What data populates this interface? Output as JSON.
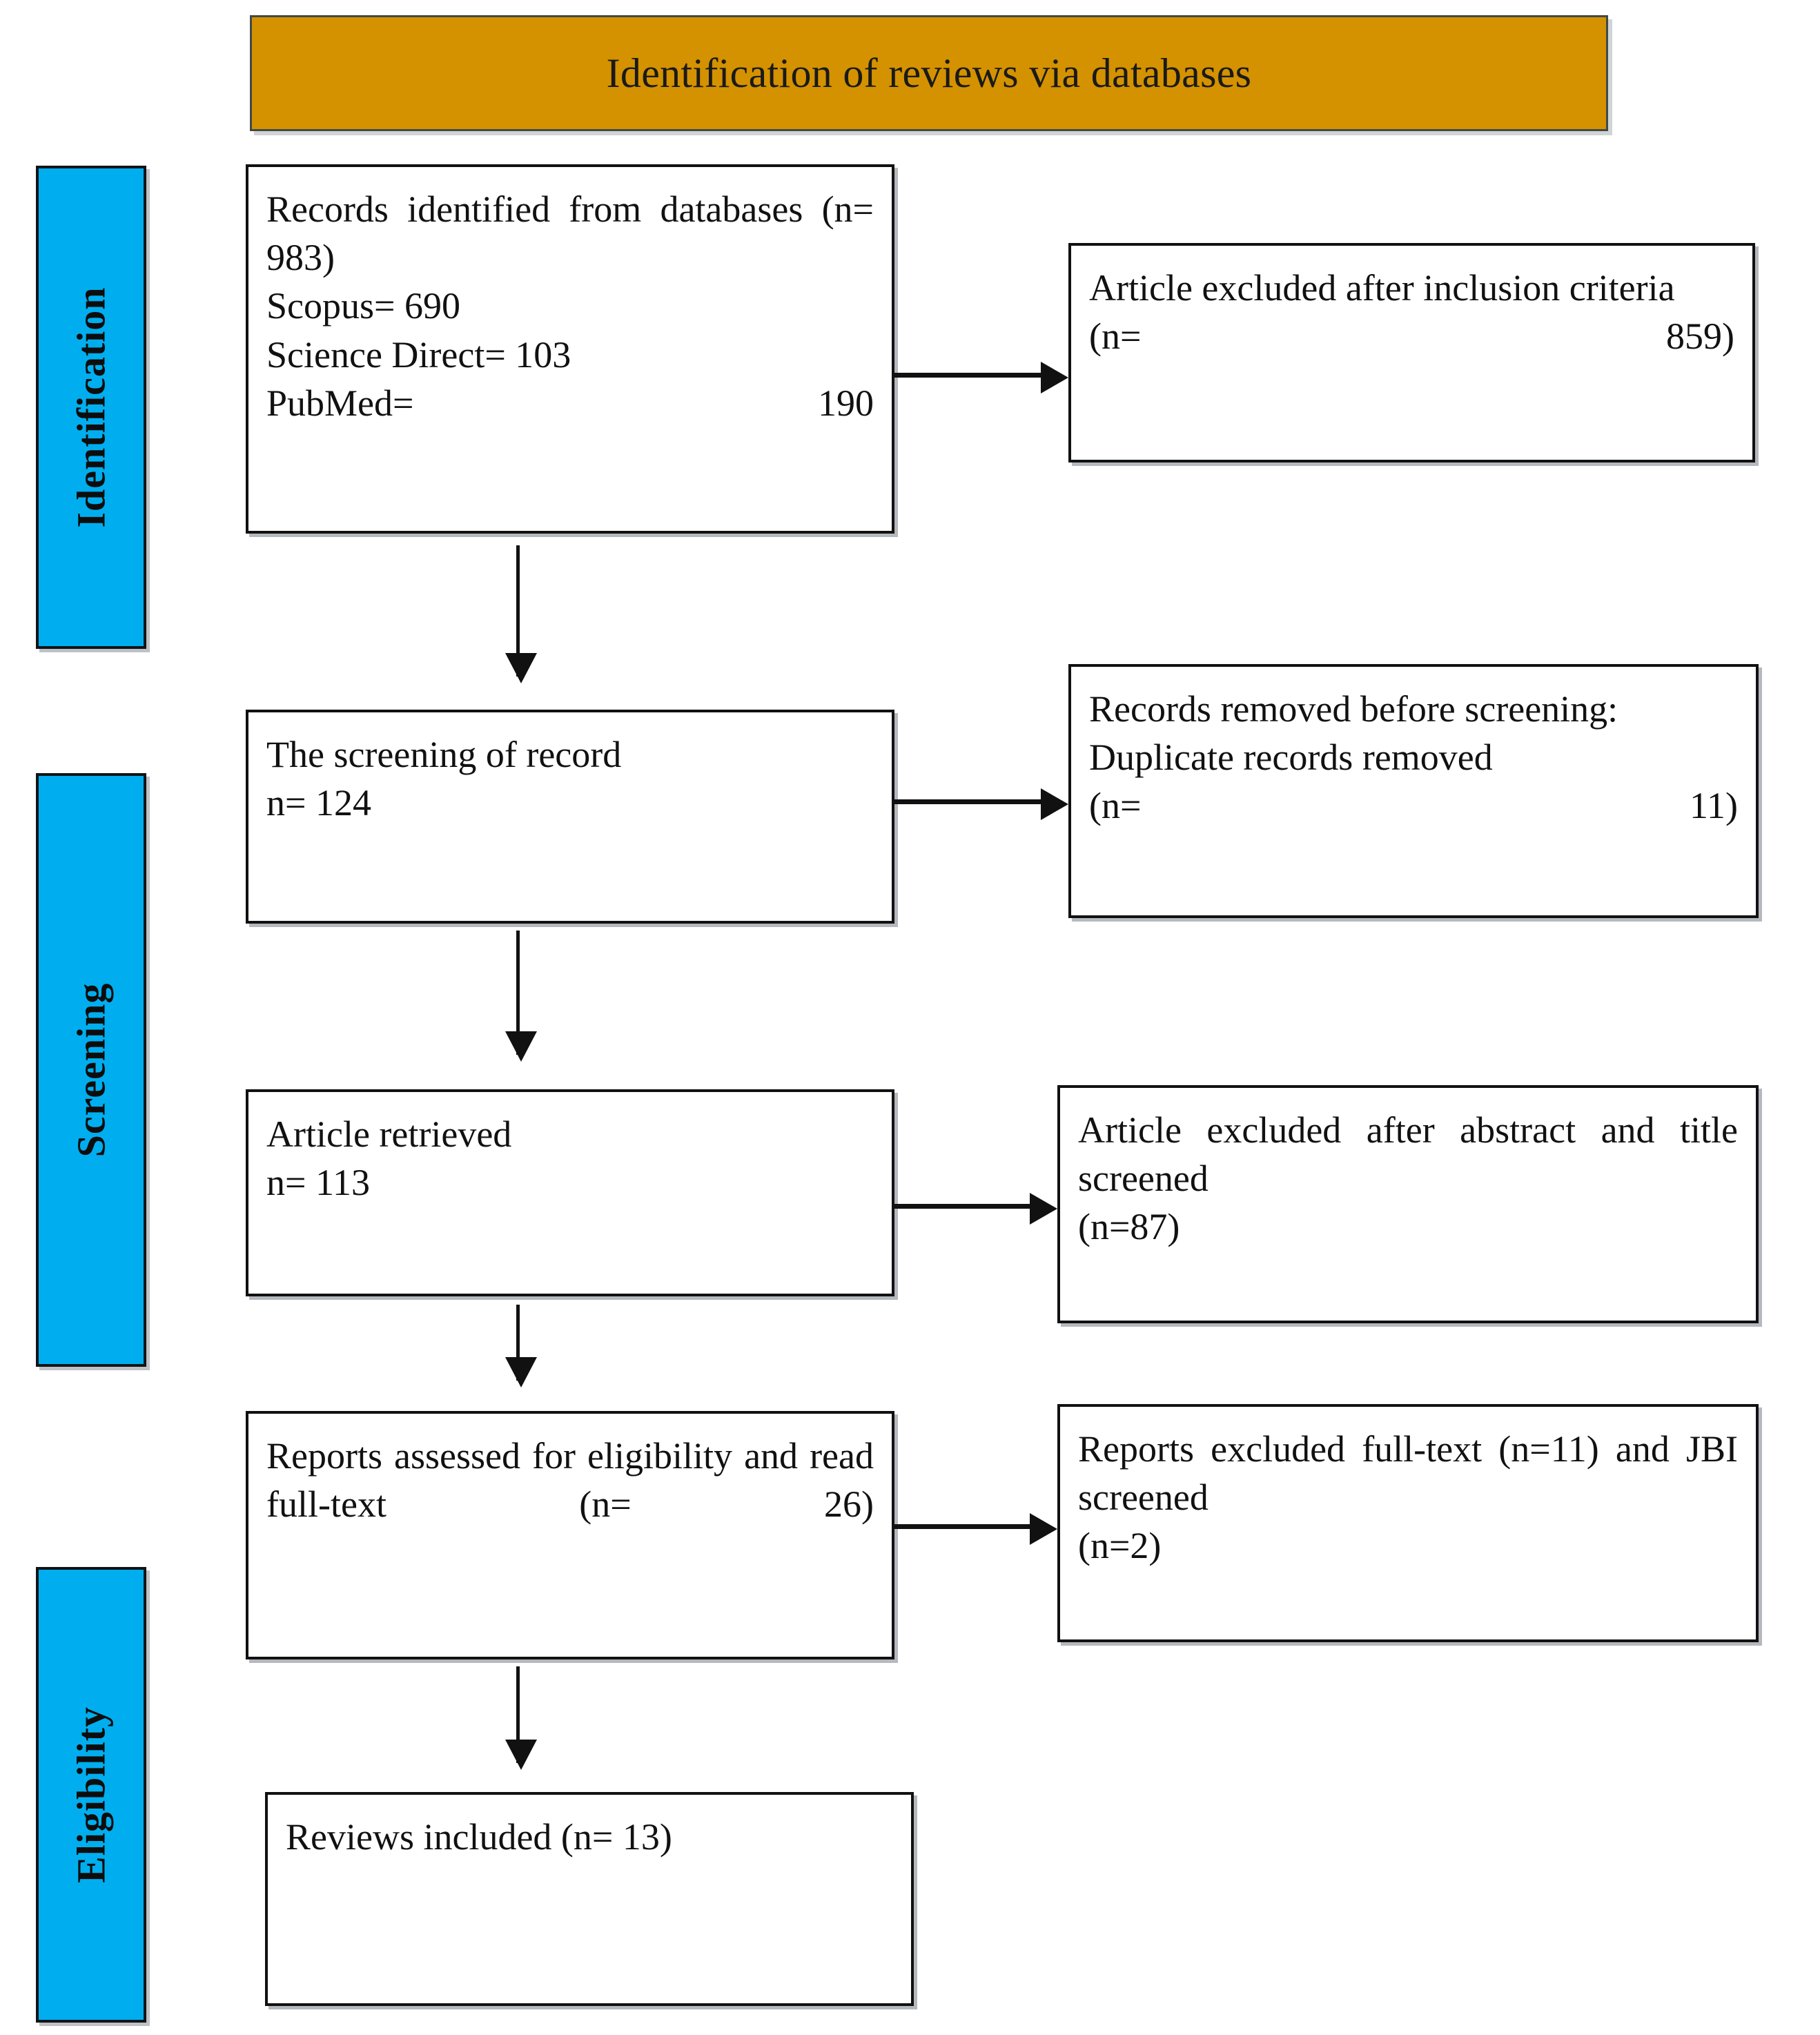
{
  "banner": {
    "title": "Identification of reviews via databases"
  },
  "stages": [
    {
      "label": "Identification"
    },
    {
      "label": "Screening"
    },
    {
      "label": "Eligibility"
    }
  ],
  "boxes": {
    "records_identified": "Records identified from databases (n= 983)\nScopus= 690\nScience Direct= 103\nPubMed= 190",
    "excluded_inclusion": "Article excluded after inclusion criteria\n(n= 859)",
    "screening_of_record": " The screening of record\nn= 124",
    "records_removed": "Records removed before screening:\nDuplicate records removed\n(n= 11)",
    "article_retrieved": "Article retrieved\nn= 113",
    "excluded_abstract": "Article excluded after abstract and title screened\n(n=87)",
    "reports_assessed": "Reports assessed for eligibility and read full-text (n= 26)",
    "reports_excluded": "Reports excluded full-text (n=11) and JBI screened\n(n=2)",
    "reviews_included": " Reviews included (n= 13)"
  },
  "colors": {
    "banner_background": "#D49200",
    "stage_background": "#00AEEF",
    "box_border": "#111111",
    "arrow": "#111111",
    "text": "#111111"
  },
  "flow_data": {
    "type": "prisma-flow",
    "records_identified_total": 983,
    "sources": [
      {
        "name": "Scopus",
        "count": 690
      },
      {
        "name": "Science Direct",
        "count": 103
      },
      {
        "name": "PubMed",
        "count": 190
      }
    ],
    "excluded_after_inclusion_criteria": 859,
    "screened_records": 124,
    "duplicates_removed": 11,
    "articles_retrieved": 113,
    "excluded_after_abstract_title": 87,
    "reports_assessed_full_text": 26,
    "reports_excluded_full_text": 11,
    "reports_excluded_jbi": 2,
    "reviews_included": 13
  }
}
